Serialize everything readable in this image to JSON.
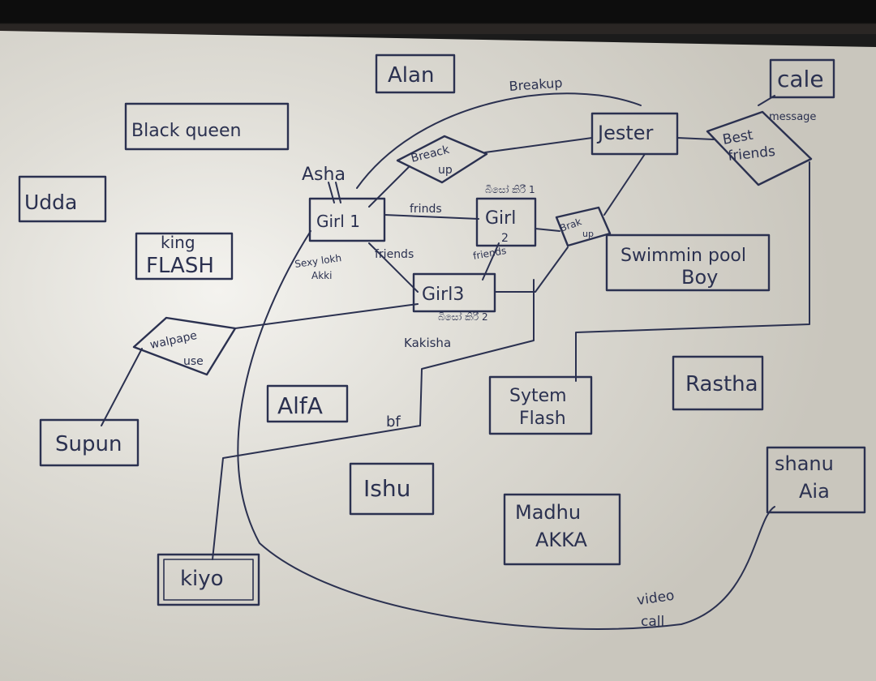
{
  "nodes": {
    "alan": "Alan",
    "cale": "cale",
    "black_queen": "Black queen",
    "udda": "Udda",
    "king_flash_line1": "king",
    "king_flash_line2": "FLASH",
    "asha": "Asha",
    "girl1": "Girl 1",
    "girl2_line1": "Girl",
    "girl2_line2": "2",
    "girl3": "Girl3",
    "jester": "Jester",
    "swimming_line1": "Swimmin pool",
    "swimming_line2": "Boy",
    "supun": "Supun",
    "alfa": "AlfA",
    "system_flash_line1": "Sytem",
    "system_flash_line2": "Flash",
    "rastha": "Rastha",
    "shanu_line1": "shanu",
    "shanu_line2": "Aia",
    "ishu": "Ishu",
    "madhu_line1": "Madhu",
    "madhu_line2": "AKKA",
    "kiyo": "kiyo",
    "kakisha": "Kakisha"
  },
  "relations": {
    "breakup_arc": "Breakup",
    "breakup_diamond_line1": "Breack",
    "breakup_diamond_line2": "up",
    "best_friends_line1": "Best",
    "best_friends_line2": "friends",
    "message": "message",
    "friends_g1_g2": "frinds",
    "friends_g1_g3": "friends",
    "friends_g2_g3": "friends",
    "sexy_line1": "Sexy lokh",
    "sexy_line2": "Akki",
    "break_diamond_line1": "Brak",
    "break_diamond_line2": "up",
    "wallpaper_line1": "walpape",
    "wallpaper_line2": "use",
    "bf": "bf",
    "video_call_line1": "video",
    "video_call_line2": "call",
    "girl2_note": "බිසෝ කිරී 1",
    "girl3_note": "බිසෝ කිරී 2"
  },
  "colors": {
    "ink": "#2b3150",
    "paper": "#dcdad2"
  }
}
